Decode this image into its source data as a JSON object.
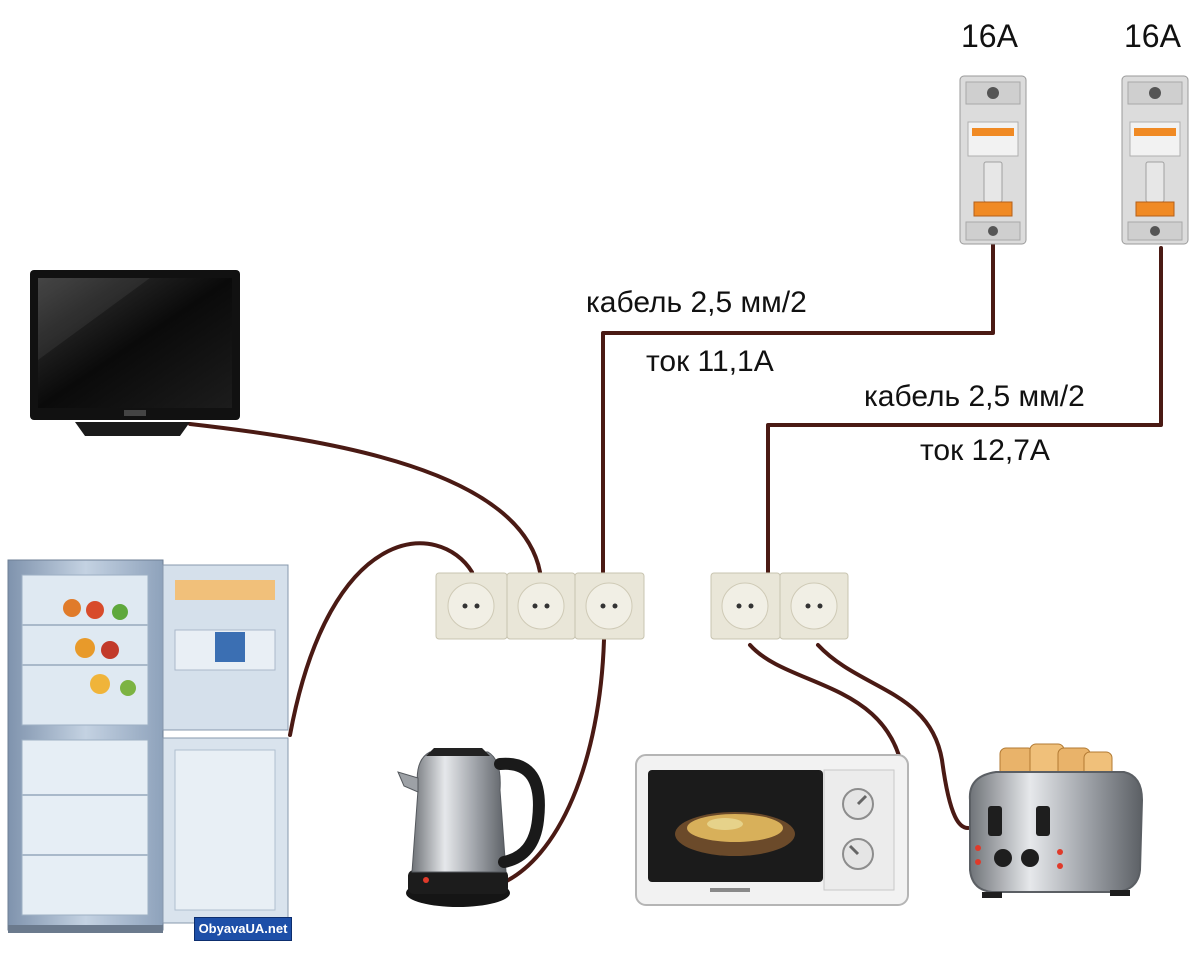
{
  "breakers": [
    {
      "rating": "16A"
    },
    {
      "rating": "16A"
    }
  ],
  "circuits": [
    {
      "cable": "кабель 2,5 мм/2",
      "current": "ток 11,1A"
    },
    {
      "cable": "кабель 2,5 мм/2",
      "current": "ток 12,7A"
    }
  ],
  "watermark": "ObyavaUA.net",
  "colors": {
    "wire": "#4a1a14",
    "socket_frame": "#e9e6d8",
    "breaker_body": "#dedede",
    "breaker_accent": "#f08a24",
    "appliance_dark": "#222222",
    "steel": "#b9bcc1"
  },
  "appliance_icons": [
    "tv-icon",
    "refrigerator-icon",
    "kettle-icon",
    "microwave-icon",
    "toaster-icon"
  ]
}
